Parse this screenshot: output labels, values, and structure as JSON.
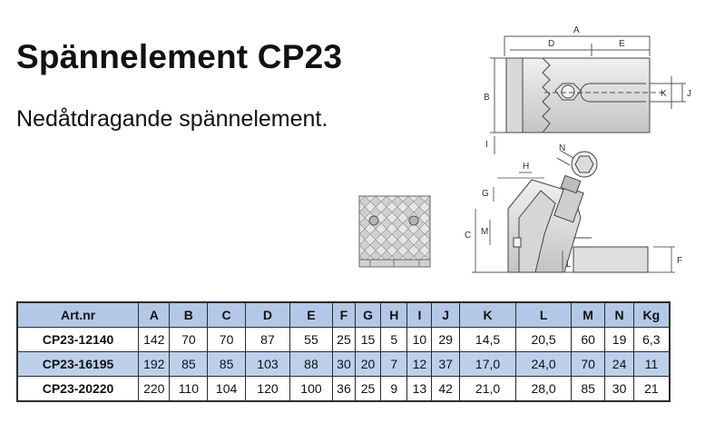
{
  "heading": {
    "title": "Spännelement CP23",
    "subtitle": "Nedåtdragande spännelement."
  },
  "drawing_labels": {
    "top": [
      "A",
      "D",
      "E",
      "B",
      "J",
      "K",
      "I"
    ],
    "side": [
      "H",
      "N",
      "G",
      "C",
      "M",
      "L",
      "F"
    ]
  },
  "table": {
    "columns": [
      "Art.nr",
      "A",
      "B",
      "C",
      "D",
      "E",
      "F",
      "G",
      "H",
      "I",
      "J",
      "K",
      "L",
      "M",
      "N",
      "Kg"
    ],
    "rows": [
      [
        "CP23-12140",
        "142",
        "70",
        "70",
        "87",
        "55",
        "25",
        "15",
        "5",
        "10",
        "29",
        "14,5",
        "20,5",
        "60",
        "19",
        "6,3"
      ],
      [
        "CP23-16195",
        "192",
        "85",
        "85",
        "103",
        "88",
        "30",
        "20",
        "7",
        "12",
        "37",
        "17,0",
        "24,0",
        "70",
        "24",
        "11"
      ],
      [
        "CP23-20220",
        "220",
        "110",
        "104",
        "120",
        "100",
        "36",
        "25",
        "9",
        "13",
        "42",
        "21,0",
        "28,0",
        "85",
        "30",
        "21"
      ]
    ]
  }
}
